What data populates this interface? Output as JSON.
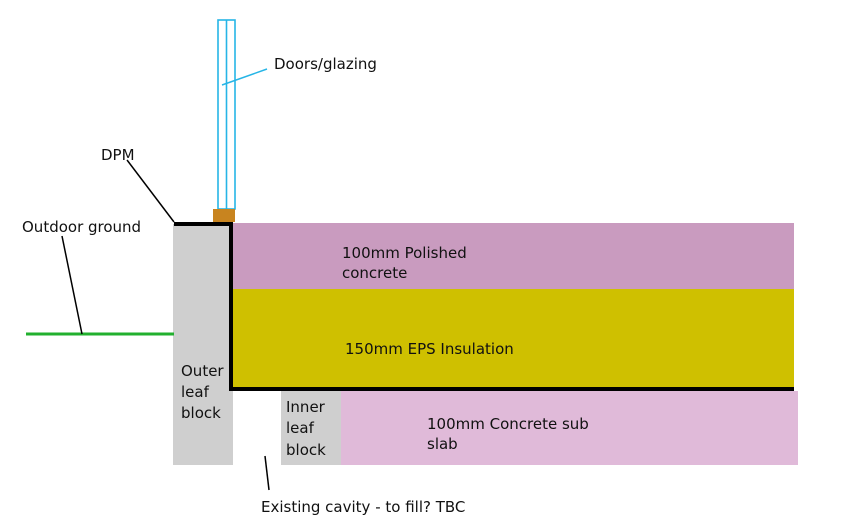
{
  "diagram": {
    "type": "floor-wall junction section",
    "colors": {
      "polished_concrete": "#c99bbf",
      "eps_insulation": "#cfc000",
      "sub_slab": "#e0bad9",
      "block": "#cfcfcf",
      "dpm": "#000000",
      "ground": "#22b02e",
      "glazing": "#26b5e6",
      "threshold": "#c8841f",
      "leader": "#000000"
    },
    "labels": {
      "glazing": "Doors/glazing",
      "dpm": "DPM",
      "outdoor_ground": "Outdoor ground",
      "polished_concrete": [
        "100mm Polished",
        "concrete"
      ],
      "eps_insulation": "150mm EPS Insulation",
      "sub_slab": [
        "100mm Concrete sub",
        "slab"
      ],
      "outer_leaf": [
        "Outer",
        "leaf",
        "block"
      ],
      "inner_leaf": [
        "Inner",
        "leaf",
        "block"
      ],
      "cavity": "Existing cavity - to fill? TBC"
    }
  }
}
